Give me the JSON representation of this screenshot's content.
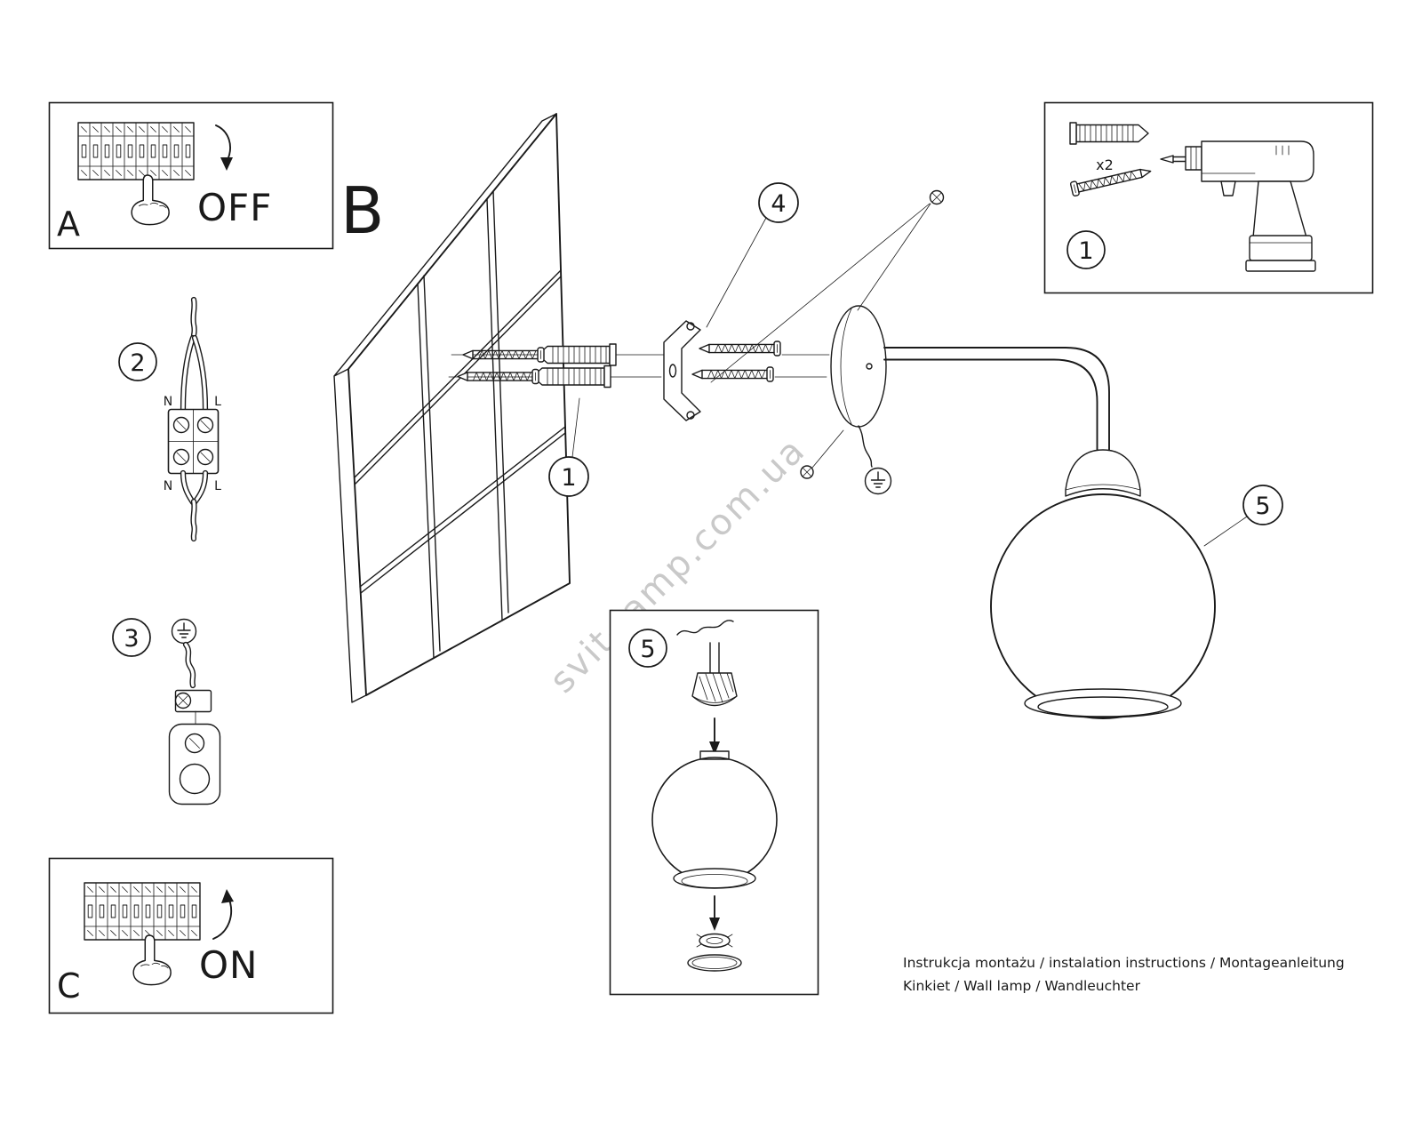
{
  "document": {
    "watermark": "svit-lamp.com.ua",
    "footer": {
      "line1": "Instrukcja montażu / instalation instructions / Montageanleitung",
      "line2": "Kinkiet / Wall lamp / Wandleuchter"
    }
  },
  "sections": {
    "power_off": {
      "label": "A",
      "state": "OFF"
    },
    "mounting": {
      "label": "B"
    },
    "power_on": {
      "label": "C",
      "state": "ON"
    }
  },
  "callouts": {
    "step1": "1",
    "step2": "2",
    "step3": "3",
    "step4": "4",
    "step5": "5",
    "parts_box_step": "1",
    "shade_box_step": "5"
  },
  "wiring": {
    "top_neutral": "N",
    "top_live": "L",
    "bottom_neutral": "N",
    "bottom_live": "L"
  },
  "parts": {
    "dowel_qty": "x2"
  }
}
